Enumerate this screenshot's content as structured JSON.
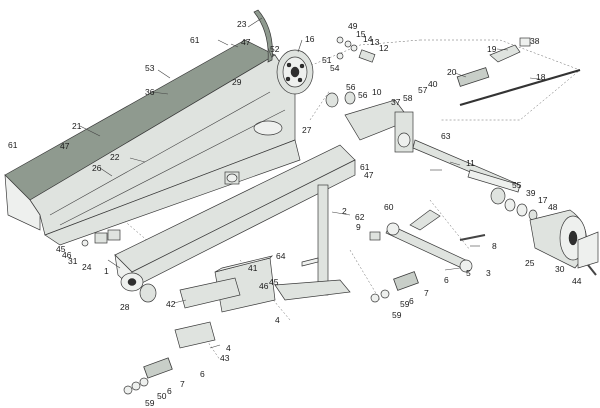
{
  "callouts": [
    {
      "id": "c23",
      "text": "23"
    },
    {
      "id": "c61a",
      "text": "61"
    },
    {
      "id": "c47a",
      "text": "47"
    },
    {
      "id": "c52",
      "text": "52"
    },
    {
      "id": "c16",
      "text": "16"
    },
    {
      "id": "c49",
      "text": "49"
    },
    {
      "id": "c15",
      "text": "15"
    },
    {
      "id": "c14",
      "text": "14"
    },
    {
      "id": "c13",
      "text": "13"
    },
    {
      "id": "c12",
      "text": "12"
    },
    {
      "id": "c51",
      "text": "51"
    },
    {
      "id": "c54",
      "text": "54"
    },
    {
      "id": "c53",
      "text": "53"
    },
    {
      "id": "c36",
      "text": "36"
    },
    {
      "id": "c29",
      "text": "29"
    },
    {
      "id": "c38",
      "text": "38"
    },
    {
      "id": "c19",
      "text": "19"
    },
    {
      "id": "c20",
      "text": "20"
    },
    {
      "id": "c18",
      "text": "18"
    },
    {
      "id": "c40",
      "text": "40"
    },
    {
      "id": "c57",
      "text": "57"
    },
    {
      "id": "c56a",
      "text": "56"
    },
    {
      "id": "c56b",
      "text": "56"
    },
    {
      "id": "c10",
      "text": "10"
    },
    {
      "id": "c37",
      "text": "37"
    },
    {
      "id": "c58",
      "text": "58"
    },
    {
      "id": "c21",
      "text": "21"
    },
    {
      "id": "c61b",
      "text": "61"
    },
    {
      "id": "c47b",
      "text": "47"
    },
    {
      "id": "c22",
      "text": "22"
    },
    {
      "id": "c26",
      "text": "26"
    },
    {
      "id": "c27",
      "text": "27"
    },
    {
      "id": "c63",
      "text": "63"
    },
    {
      "id": "c61c",
      "text": "61"
    },
    {
      "id": "c47c",
      "text": "47"
    },
    {
      "id": "c11",
      "text": "11"
    },
    {
      "id": "c55",
      "text": "55"
    },
    {
      "id": "c39",
      "text": "39"
    },
    {
      "id": "c17",
      "text": "17"
    },
    {
      "id": "c48",
      "text": "48"
    },
    {
      "id": "c2",
      "text": "2"
    },
    {
      "id": "c60",
      "text": "60"
    },
    {
      "id": "c62",
      "text": "62"
    },
    {
      "id": "c9",
      "text": "9"
    },
    {
      "id": "c8",
      "text": "8"
    },
    {
      "id": "c45a",
      "text": "45"
    },
    {
      "id": "c46a",
      "text": "46"
    },
    {
      "id": "c31",
      "text": "31"
    },
    {
      "id": "c24",
      "text": "24"
    },
    {
      "id": "c1",
      "text": "1"
    },
    {
      "id": "c64",
      "text": "64"
    },
    {
      "id": "c41",
      "text": "41"
    },
    {
      "id": "c46b",
      "text": "46"
    },
    {
      "id": "c45b",
      "text": "45"
    },
    {
      "id": "c5",
      "text": "5"
    },
    {
      "id": "c3",
      "text": "3"
    },
    {
      "id": "c6a",
      "text": "6"
    },
    {
      "id": "c7a",
      "text": "7"
    },
    {
      "id": "c25",
      "text": "25"
    },
    {
      "id": "c30",
      "text": "30"
    },
    {
      "id": "c44",
      "text": "44"
    },
    {
      "id": "c28",
      "text": "28"
    },
    {
      "id": "c42",
      "text": "42"
    },
    {
      "id": "c4a",
      "text": "4"
    },
    {
      "id": "c59a",
      "text": "59"
    },
    {
      "id": "c6b",
      "text": "6"
    },
    {
      "id": "c59b",
      "text": "59"
    },
    {
      "id": "c4b",
      "text": "4"
    },
    {
      "id": "c43",
      "text": "43"
    },
    {
      "id": "c6c",
      "text": "6"
    },
    {
      "id": "c7b",
      "text": "7"
    },
    {
      "id": "c50",
      "text": "50"
    },
    {
      "id": "c6d",
      "text": "6"
    },
    {
      "id": "c59c",
      "text": "59"
    }
  ]
}
